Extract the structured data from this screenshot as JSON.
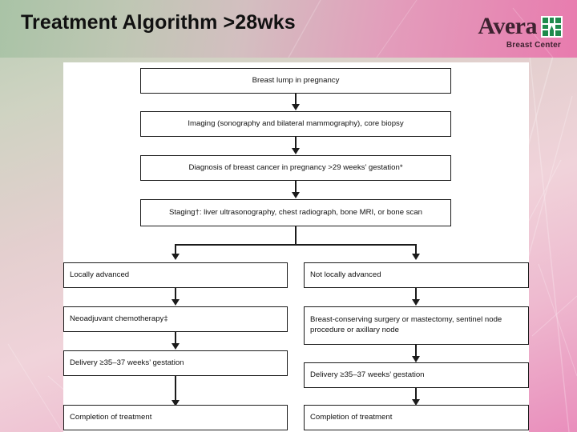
{
  "slide": {
    "title": "Treatment Algorithm >28wks",
    "background_top_color": "#b9cdb4",
    "background_bottom_color": "#e98ebc",
    "panel_color": "#ffffff"
  },
  "logo": {
    "word": "Avera",
    "subtitle": "Breast Center",
    "mark_color": "#1f8a4c",
    "text_color": "#3e2230"
  },
  "flowchart": {
    "type": "flowchart",
    "orientation": "top-down",
    "line_color": "#1b1b1b",
    "nodes": [
      {
        "id": "n1",
        "label": "Breast lump in pregnancy",
        "column": "center",
        "align": "center"
      },
      {
        "id": "n2",
        "label": "Imaging (sonography and bilateral mammography), core biopsy",
        "column": "center",
        "align": "center"
      },
      {
        "id": "n3",
        "label": "Diagnosis of breast cancer in pregnancy >29 weeks’ gestation*",
        "column": "center",
        "align": "center"
      },
      {
        "id": "n4",
        "label": "Staging†: liver ultrasonography, chest radiograph, bone MRI, or bone scan",
        "column": "center",
        "align": "center"
      },
      {
        "id": "l1",
        "label": "Locally advanced",
        "column": "left",
        "align": "left"
      },
      {
        "id": "l2",
        "label": "Neoadjuvant chemotherapy‡",
        "column": "left",
        "align": "left"
      },
      {
        "id": "l3",
        "label": "Delivery ≥35–37 weeks’ gestation",
        "column": "left",
        "align": "left"
      },
      {
        "id": "l4",
        "label": "Completion of treatment",
        "column": "left",
        "align": "left"
      },
      {
        "id": "r1",
        "label": "Not locally advanced",
        "column": "right",
        "align": "left"
      },
      {
        "id": "r2",
        "label": "Breast-conserving surgery or mastectomy, sentinel node procedure or axillary node",
        "column": "right",
        "align": "left"
      },
      {
        "id": "r3",
        "label": "Delivery ≥35–37 weeks’ gestation",
        "column": "right",
        "align": "left"
      },
      {
        "id": "r4",
        "label": "Completion of treatment",
        "column": "right",
        "align": "left"
      }
    ],
    "edges": [
      {
        "from": "n1",
        "to": "n2"
      },
      {
        "from": "n2",
        "to": "n3"
      },
      {
        "from": "n3",
        "to": "n4"
      },
      {
        "from": "n4",
        "to": "l1"
      },
      {
        "from": "n4",
        "to": "r1"
      },
      {
        "from": "l1",
        "to": "l2"
      },
      {
        "from": "l2",
        "to": "l3"
      },
      {
        "from": "l3",
        "to": "l4"
      },
      {
        "from": "r1",
        "to": "r2"
      },
      {
        "from": "r2",
        "to": "r3"
      },
      {
        "from": "r3",
        "to": "r4"
      }
    ]
  }
}
